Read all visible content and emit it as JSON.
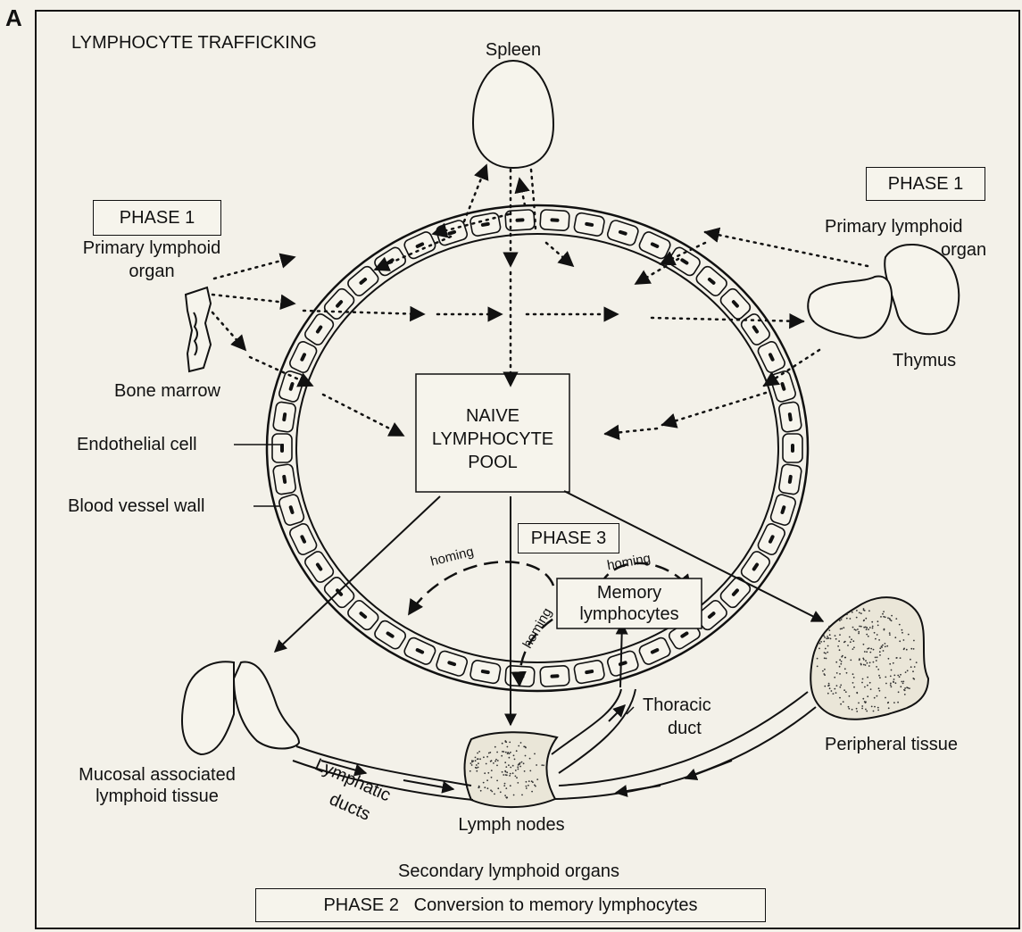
{
  "panel_letter": "A",
  "title": "LYMPHOCYTE TRAFFICKING",
  "labels": {
    "spleen": "Spleen",
    "phase1_left": "PHASE 1",
    "phase1_right": "PHASE 1",
    "primary_left_1": "Primary lymphoid",
    "primary_left_2": "organ",
    "primary_right_1": "Primary lymphoid",
    "primary_right_2": "organ",
    "bone_marrow": "Bone marrow",
    "thymus": "Thymus",
    "endothelial_cell": "Endothelial cell",
    "blood_vessel_wall": "Blood vessel wall",
    "naive_1": "NAIVE",
    "naive_2": "LYMPHOCYTE",
    "naive_3": "POOL",
    "phase3": "PHASE 3",
    "homing_left": "homing",
    "homing_right": "homing",
    "homing_mid": "homing",
    "memory_1": "Memory",
    "memory_2": "lymphocytes",
    "thoracic_1": "Thoracic",
    "thoracic_2": "duct",
    "peripheral_tissue": "Peripheral tissue",
    "malt_1": "Mucosal associated",
    "malt_2": "lymphoid tissue",
    "lymphatic_1": "Lymphatic",
    "lymphatic_2": "ducts",
    "lymph_nodes": "Lymph nodes",
    "secondary": "Secondary lymphoid organs",
    "phase2": "PHASE 2   Conversion to memory lymphocytes"
  }
}
